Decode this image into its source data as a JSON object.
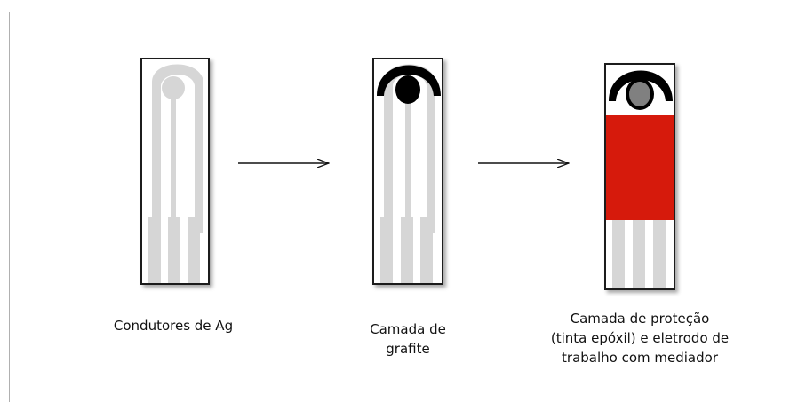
{
  "colors": {
    "silver": "#d6d6d6",
    "graphite": "#000000",
    "protective": "#d61a0c",
    "mediator": "#808080",
    "strip_border": "#1a1a1a"
  },
  "steps": [
    {
      "caption_lines": [
        "Condutores de Ag"
      ]
    },
    {
      "caption_lines": [
        "Camada de",
        "grafite"
      ]
    },
    {
      "caption_lines": [
        "Camada de proteção",
        "(tinta epóxil) e eletrodo de",
        "trabalho com mediador"
      ]
    }
  ]
}
